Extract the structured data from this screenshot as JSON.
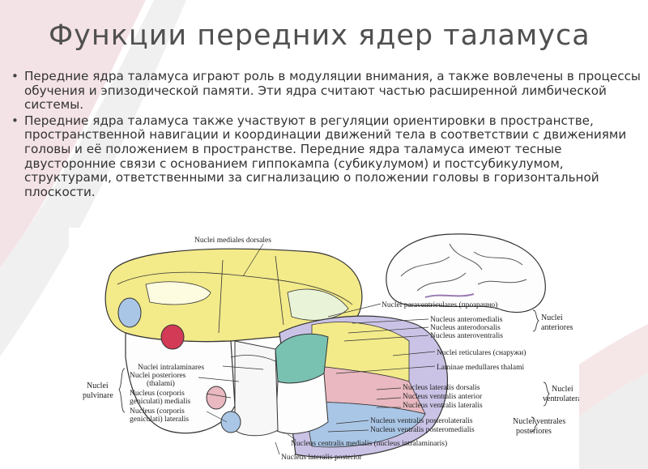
{
  "slide": {
    "title": "Функции передних ядер таламуса",
    "bullets": [
      "Передние ядра таламуса играют роль в модуляции внимания, а также вовлечены в процессы обучения и эпизодической памяти. Эти ядра считают частью расширенной лимбической системы.",
      "Передние ядра таламуса также участвуют в регуляции ориентировки в пространстве, пространственной навигации и координации движений тела в соответствии с движениями головы и её положением в пространстве. Передние ядра таламуса имеют тесные двусторонние связи с основанием гиппокампа (субикулумом) и постсубикулумом, структурами, ответственными за сигнализацию о положении головы в горизонтальной плоскости."
    ],
    "bullet_icon": "bullet-dot"
  },
  "figure": {
    "labels": {
      "mediales_dorsales": "Nuclei mediales dorsales",
      "paraventriculares": "Nuclei paraventriculares (прозрачно)",
      "anteromedialis": "Nucleus anteromedialis",
      "anterodorsalis": "Nucleus anterodorsalis",
      "anteroventralis": "Nucleus anteroventralis",
      "anteriores_1": "Nuclei",
      "anteriores_2": "anteriores",
      "reticulares": "Nuclei reticulares (снаружи)",
      "laminae": "Laminae medullares thalami",
      "intralaminares": "Nuclei intralaminares",
      "posteriores_1": "Nuclei posteriores",
      "posteriores_2": "(thalami)",
      "corp_med_1": "Nucleus (corporis",
      "corp_med_2": "geniculati) medialis",
      "corp_lat_1": "Nucleus (corporis",
      "corp_lat_2": "geniculati) lateralis",
      "pulvinare_1": "Nuclei",
      "pulvinare_2": "pulvinare",
      "lat_dorsalis": "Nucleus lateralis dorsalis",
      "vent_anterior": "Nucleus ventralis anterior",
      "vent_lateralis": "Nucleus ventralis lateralis",
      "ventrolat_1": "Nuclei",
      "ventrolat_2": "ventrolaterales",
      "vent_postlat": "Nucleus ventralis posterolateralis",
      "vent_postmed": "Nucleus ventralis posteromedialis",
      "vent_post_1": "Nuclei ventrales",
      "vent_post_2": "posteriores",
      "centralis": "Nucleus centralis medialis (nucleus intralaminaris)",
      "lat_posterior": "Nucleus lateralis posterior"
    },
    "colors": {
      "yellow": "#f3ea8a",
      "teal": "#79c2b2",
      "pink": "#e9b8c0",
      "blue": "#aac6e6",
      "lavender": "#cbc3e6",
      "red": "#d23a55",
      "bg_pink": "#f3dde0",
      "bg_gray": "#eceaea"
    }
  }
}
